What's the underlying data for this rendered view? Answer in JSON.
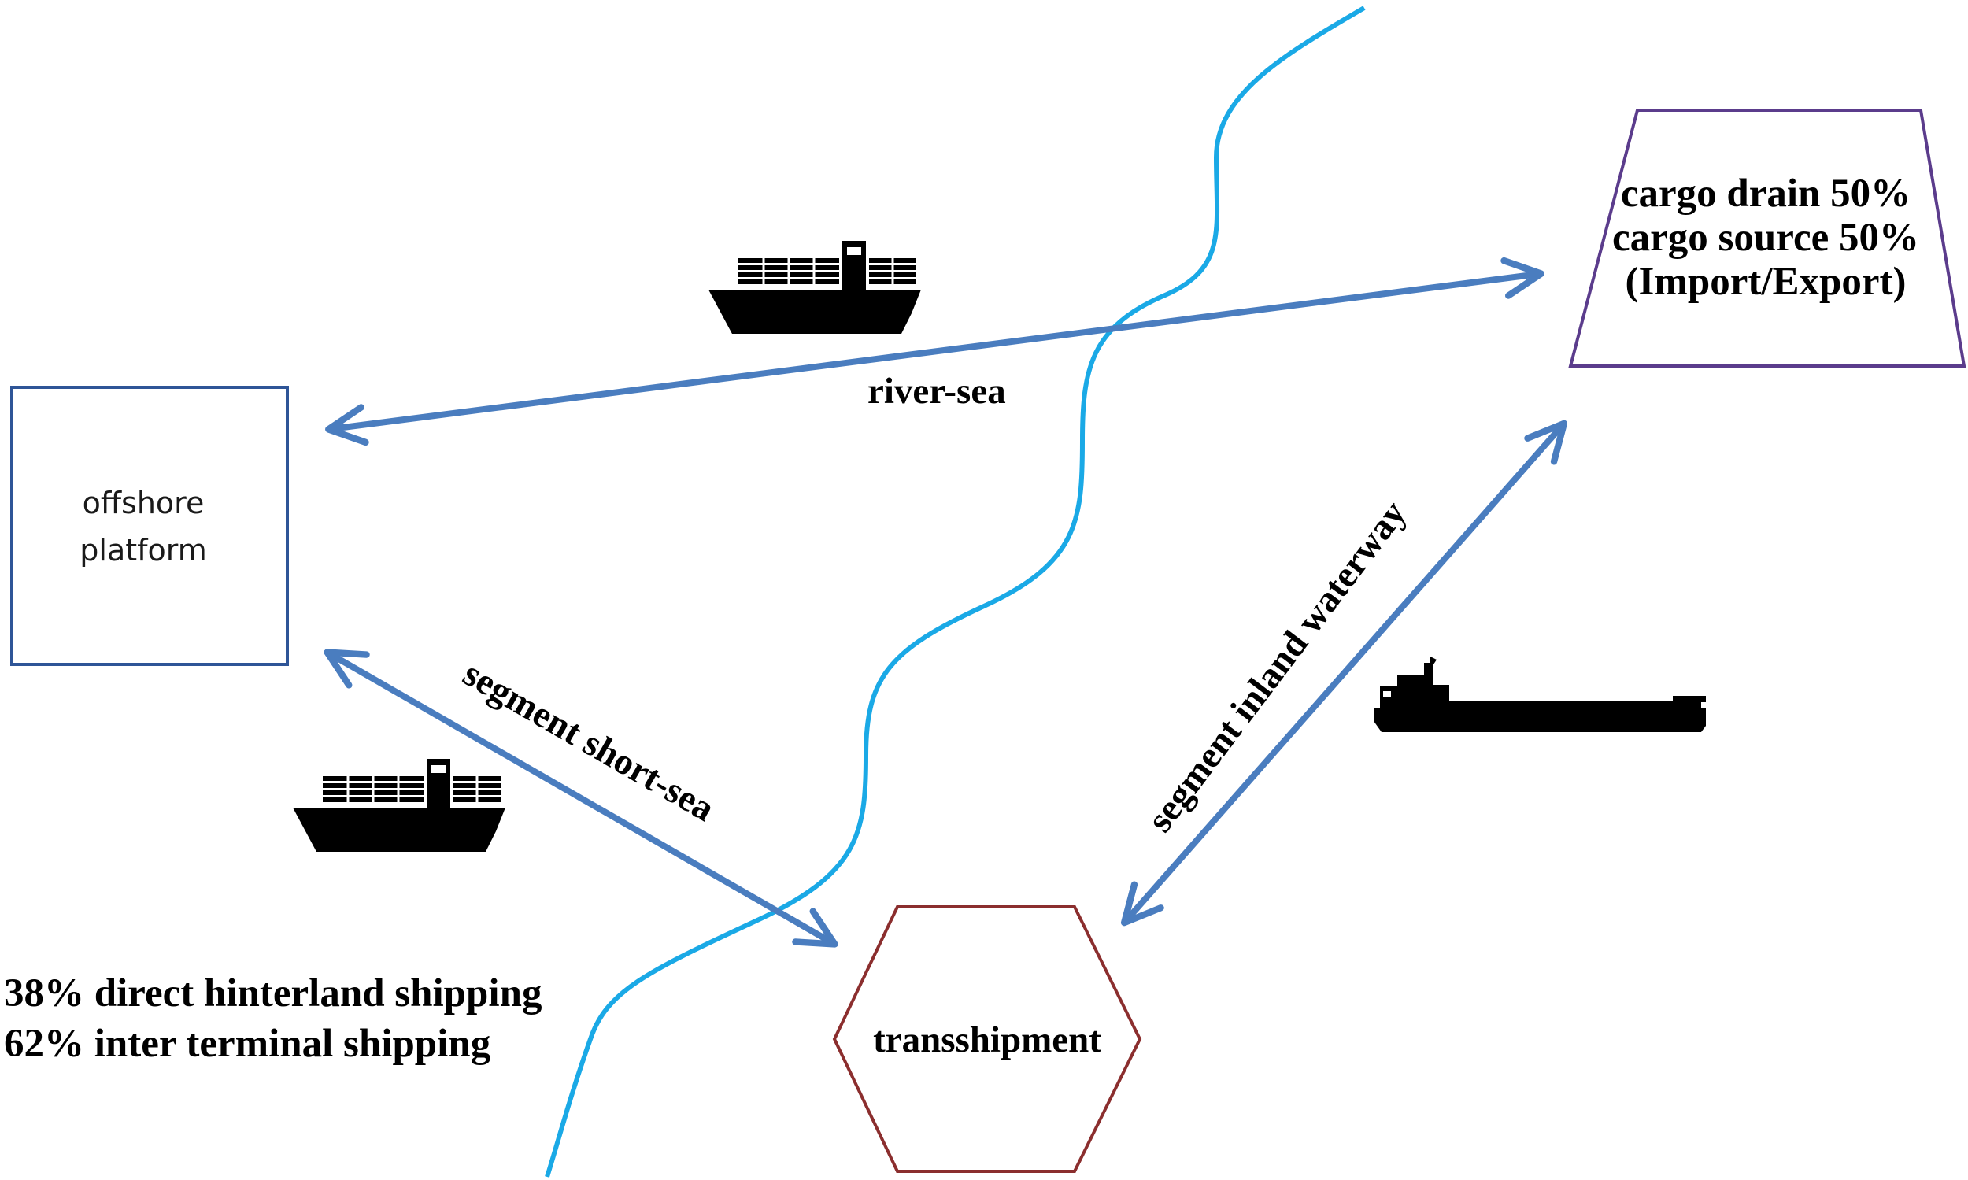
{
  "colors": {
    "river": "#1aa9e6",
    "arrow": "#4a7dbf",
    "platform_border": "#2f5597",
    "cargo_border": "#5b3c8c",
    "transshipment_border": "#8b2e2e",
    "ship": "#000000"
  },
  "nodes": {
    "offshore_platform": {
      "line1": "offshore",
      "line2": "platform"
    },
    "cargo": {
      "line1": "cargo drain 50%",
      "line2": "cargo source 50%",
      "line3": "(Import/Export)"
    },
    "transshipment": {
      "label": "transshipment"
    }
  },
  "connections": {
    "river_sea": {
      "label": "river-sea",
      "icon": "container-ship-icon"
    },
    "short_sea": {
      "label": "segment short-sea",
      "icon": "container-ship-icon"
    },
    "inland_waterway": {
      "label": "segment inland waterway",
      "icon": "barge-icon"
    }
  },
  "stats": {
    "direct": "38% direct hinterland shipping",
    "inter_terminal": "62% inter terminal shipping"
  }
}
